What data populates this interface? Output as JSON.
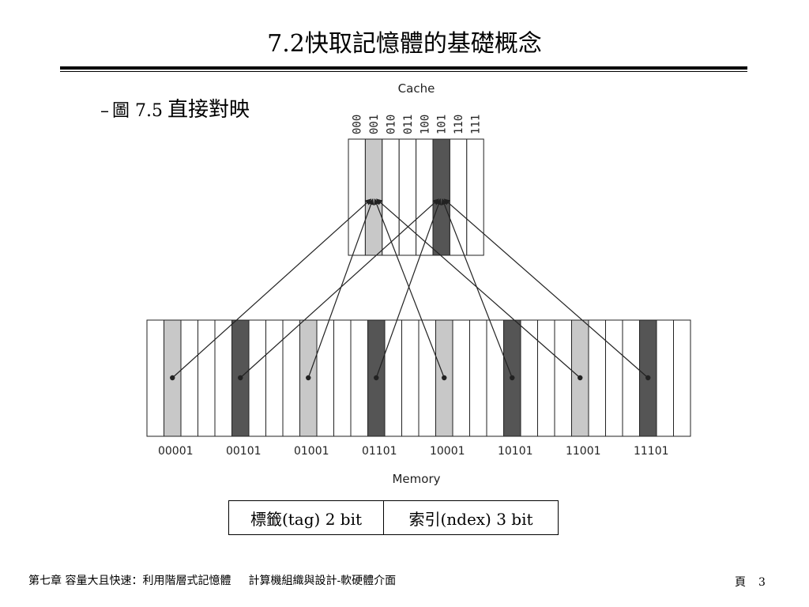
{
  "slide": {
    "title": "7.2快取記憶體的基礎概念",
    "bullet_dash": "–",
    "bullet_prefix": "圖 7.5",
    "bullet_name": "直接對映"
  },
  "diagram": {
    "cache_label": "Cache",
    "memory_label": "Memory",
    "cache_indices": [
      "000",
      "001",
      "010",
      "011",
      "100",
      "101",
      "110",
      "111"
    ],
    "cache_shading": [
      "white",
      "light",
      "white",
      "white",
      "white",
      "dark",
      "white",
      "white"
    ],
    "memory_block_count": 32,
    "memory_labels": [
      "00001",
      "00101",
      "01001",
      "01101",
      "10001",
      "10101",
      "11001",
      "11101"
    ],
    "memory_labeled_block_positions": [
      1,
      5,
      9,
      13,
      17,
      21,
      25,
      29
    ],
    "mappings": [
      {
        "memory": "00001",
        "cache": "001"
      },
      {
        "memory": "00101",
        "cache": "101"
      },
      {
        "memory": "01001",
        "cache": "001"
      },
      {
        "memory": "01101",
        "cache": "101"
      },
      {
        "memory": "10001",
        "cache": "001"
      },
      {
        "memory": "10101",
        "cache": "101"
      },
      {
        "memory": "11001",
        "cache": "001"
      },
      {
        "memory": "11101",
        "cache": "101"
      }
    ],
    "colors": {
      "light": "#c8c8c8",
      "dark": "#555555",
      "line": "#222222"
    }
  },
  "bits": {
    "tag": "標籤(tag) 2 bit",
    "index": "索引(ndex) 3 bit"
  },
  "footer": {
    "chapter": "第七章 容量大且快速：利用階層式記憶體",
    "book": "計算機組織與設計-軟硬體介面",
    "page_label": "頁",
    "page_number": "3"
  }
}
